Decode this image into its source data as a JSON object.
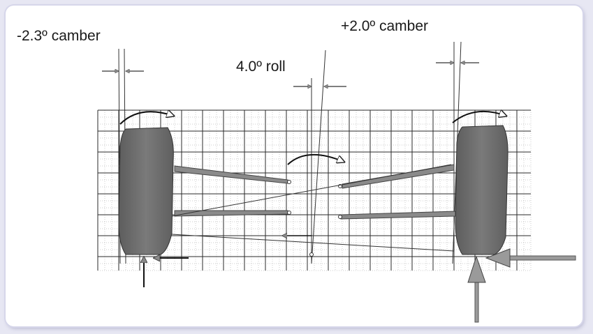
{
  "labels": {
    "left_camber": "-2.3º camber",
    "right_camber": "+2.0º camber",
    "roll": "4.0º roll"
  },
  "colors": {
    "tire": "#6f6f6f",
    "grid": "#2a2a2a",
    "grid_minor": "#9a9a9a",
    "arrow": "#8a8a8a",
    "background": "#ffffff",
    "frame": "#e7e7f3"
  }
}
